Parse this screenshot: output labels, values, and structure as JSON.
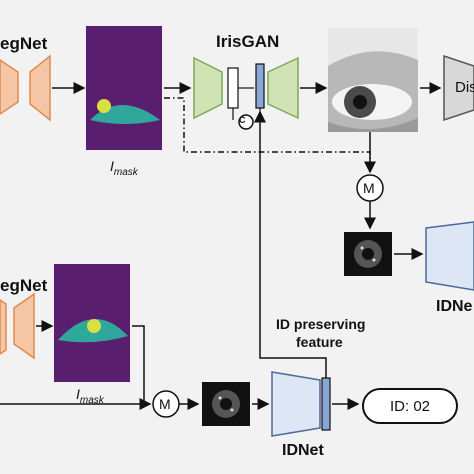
{
  "labels": {
    "segnet_top": "egNet",
    "segnet_bottom": "egNet",
    "irisgan": "IrisGAN",
    "discriminator": "Dis",
    "mask_top_main": "I",
    "mask_top_sub": "mask",
    "mask_bottom_main": "I",
    "mask_bottom_sub": "mask",
    "merge_symbol": "M",
    "concat_symbol": "C",
    "idnet_right": "IDNe",
    "idnet_bottom": "IDNet",
    "id_feature_line1": "ID preserving",
    "id_feature_line2": "feature",
    "id_output": "ID: 02"
  },
  "colors": {
    "segnet_fill": "#f5c6a5",
    "segnet_stroke": "#e08a50",
    "gan_fill": "#cfe3b4",
    "gan_stroke": "#7ea85a",
    "idnet_fill": "#dde6f4",
    "idnet_stroke": "#4a6a9a",
    "feature_bar": "#8aa6d4",
    "disc_fill": "#d8d8d8",
    "mask_bg": "#5a1e6e",
    "mask_iris": "#2fa79a",
    "mask_pupil": "#d8e040"
  }
}
